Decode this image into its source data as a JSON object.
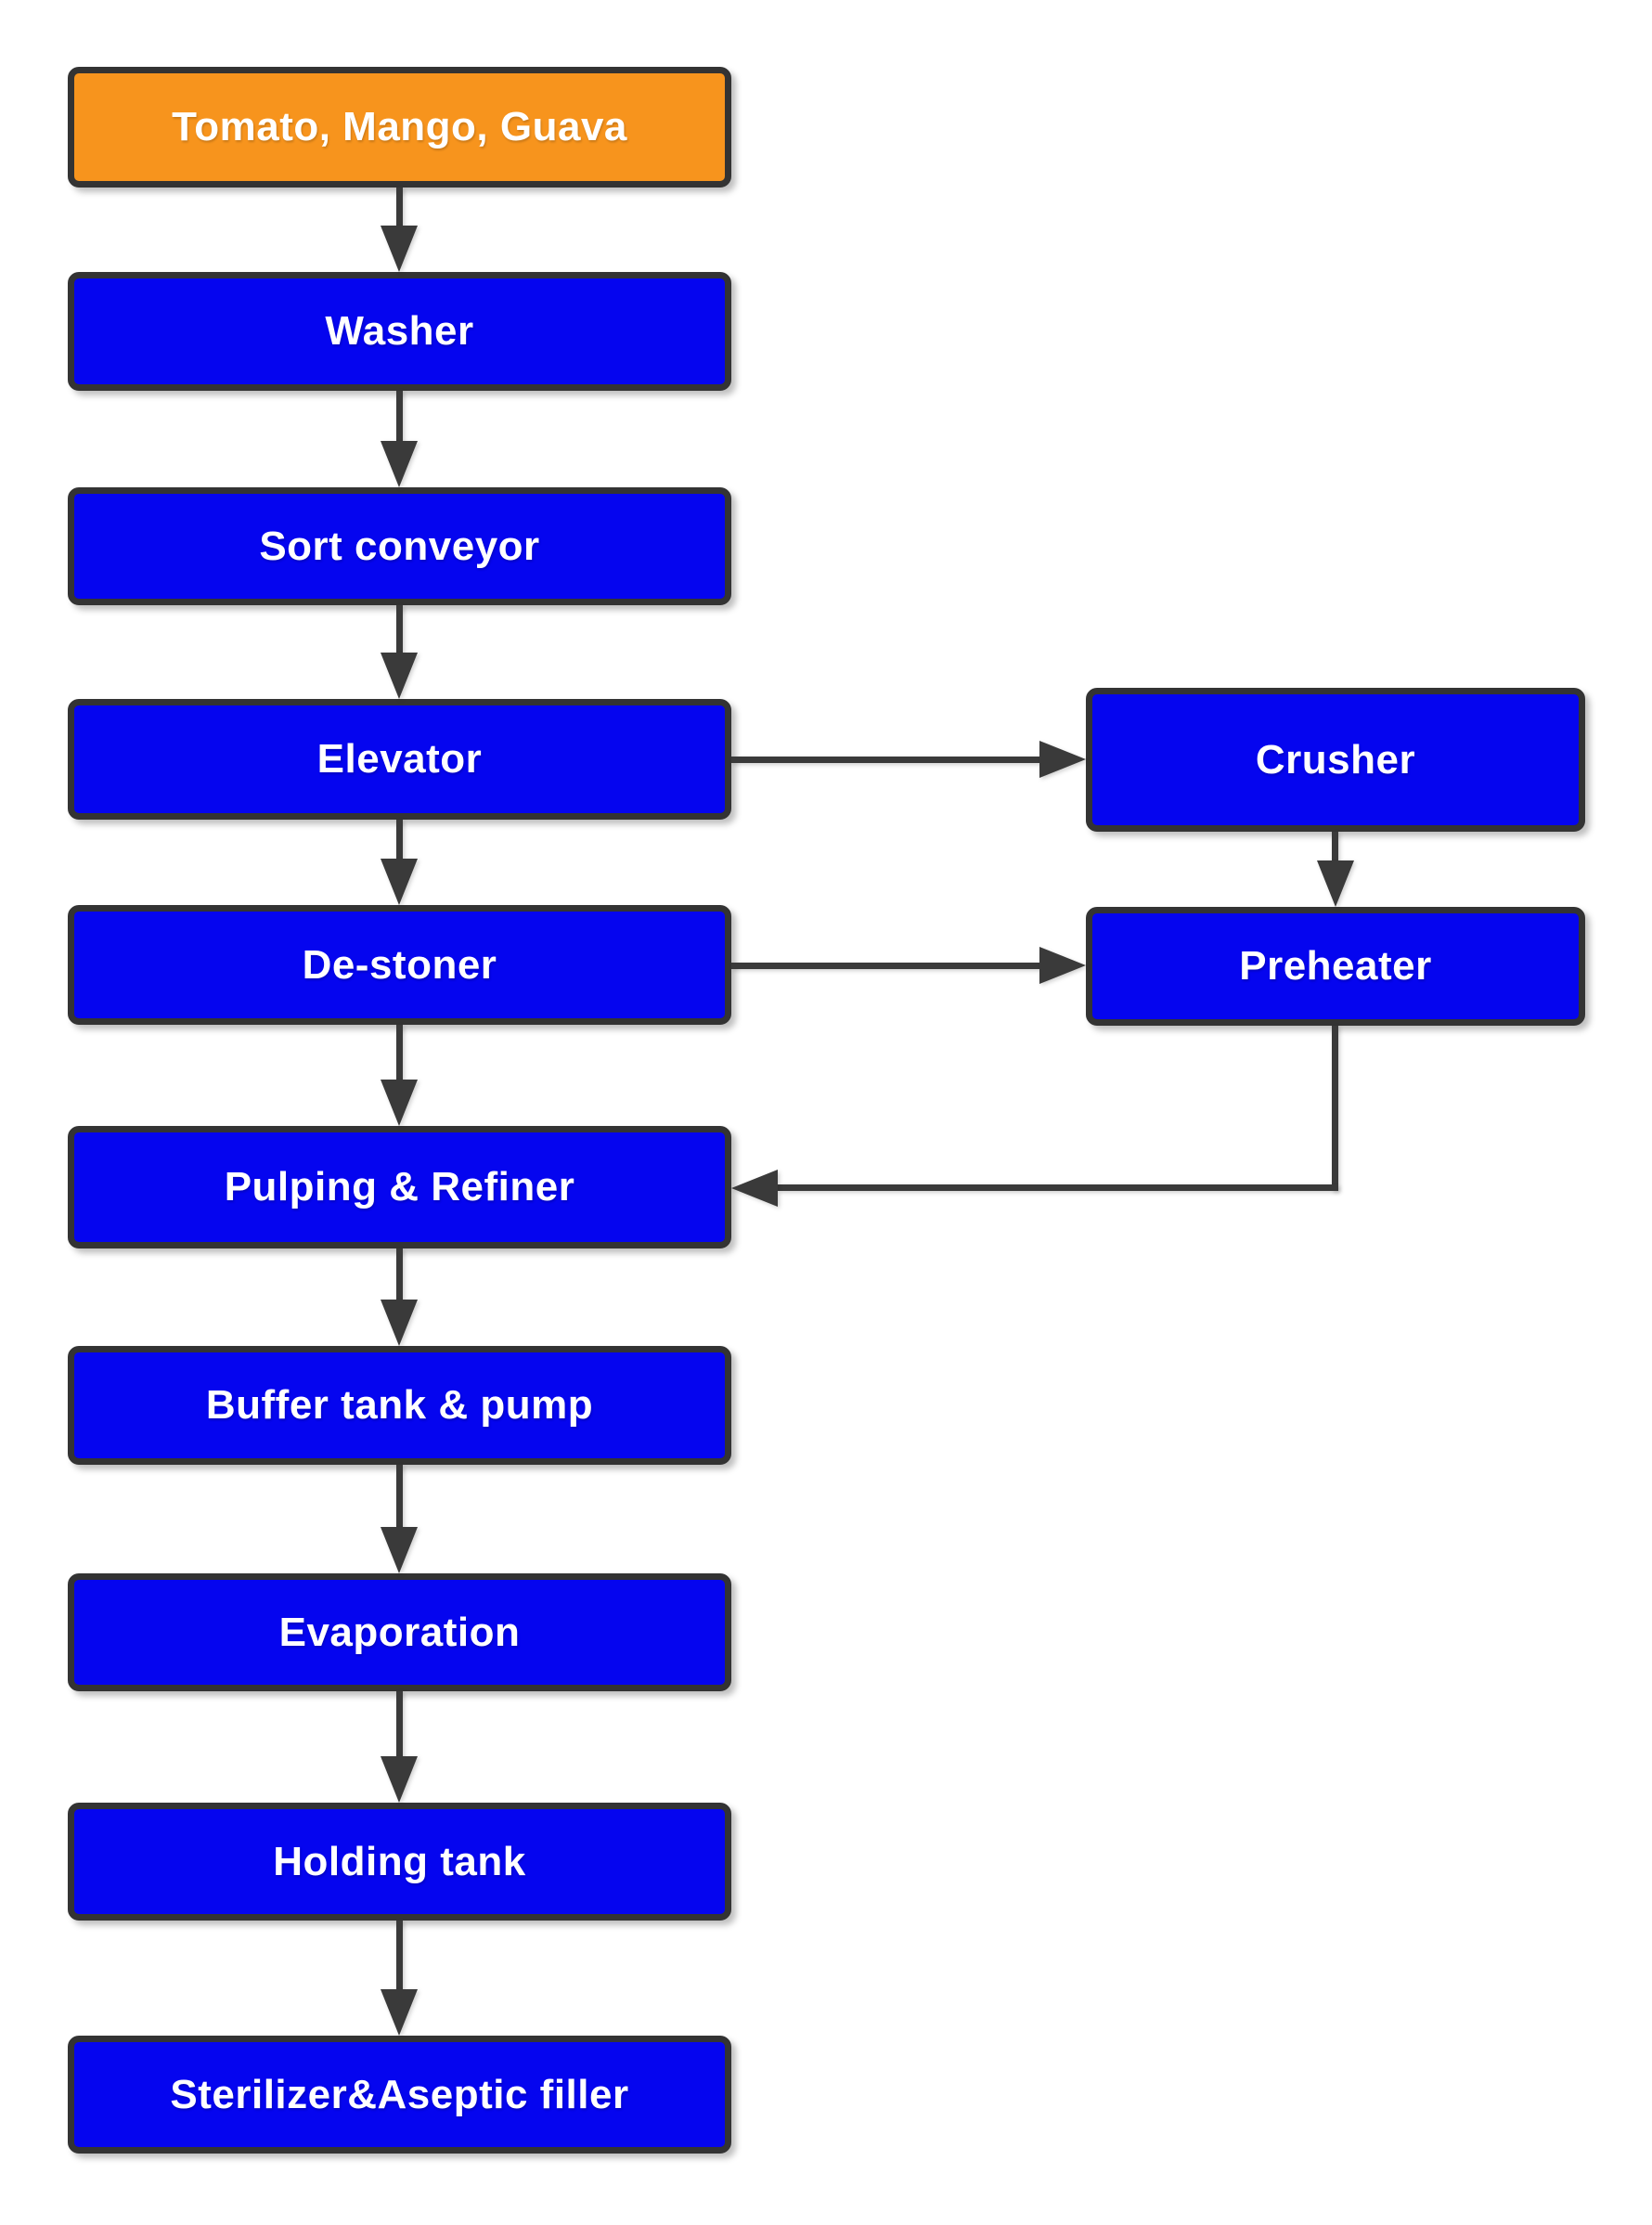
{
  "diagram": {
    "type": "flowchart",
    "background": "#FFFFFF",
    "colors": {
      "source_fill": "#F7941D",
      "process_fill": "#0505EF",
      "border": "#333333",
      "arrow": "#3A3A3A",
      "label_text": "#FFFFFF"
    },
    "nodes": [
      {
        "id": "source",
        "label": "Tomato, Mango, Guava",
        "role": "input"
      },
      {
        "id": "washer",
        "label": "Washer",
        "role": "process"
      },
      {
        "id": "sort-conveyor",
        "label": "Sort conveyor",
        "role": "process"
      },
      {
        "id": "elevator",
        "label": "Elevator",
        "role": "process"
      },
      {
        "id": "de-stoner",
        "label": "De-stoner",
        "role": "process"
      },
      {
        "id": "pulping-refiner",
        "label": "Pulping & Refiner",
        "role": "process"
      },
      {
        "id": "buffer-tank-pump",
        "label": "Buffer tank & pump",
        "role": "process"
      },
      {
        "id": "evaporation",
        "label": "Evaporation",
        "role": "process"
      },
      {
        "id": "holding-tank",
        "label": "Holding tank",
        "role": "process"
      },
      {
        "id": "sterilizer-aseptic-filler",
        "label": "Sterilizer&Aseptic filler",
        "role": "process"
      },
      {
        "id": "crusher",
        "label": "Crusher",
        "role": "process"
      },
      {
        "id": "preheater",
        "label": "Preheater",
        "role": "process"
      }
    ],
    "edges": [
      {
        "from": "source",
        "to": "washer"
      },
      {
        "from": "washer",
        "to": "sort-conveyor"
      },
      {
        "from": "sort-conveyor",
        "to": "elevator"
      },
      {
        "from": "elevator",
        "to": "de-stoner"
      },
      {
        "from": "elevator",
        "to": "crusher"
      },
      {
        "from": "crusher",
        "to": "preheater"
      },
      {
        "from": "de-stoner",
        "to": "preheater"
      },
      {
        "from": "de-stoner",
        "to": "pulping-refiner"
      },
      {
        "from": "preheater",
        "to": "pulping-refiner"
      },
      {
        "from": "pulping-refiner",
        "to": "buffer-tank-pump"
      },
      {
        "from": "buffer-tank-pump",
        "to": "evaporation"
      },
      {
        "from": "evaporation",
        "to": "holding-tank"
      },
      {
        "from": "holding-tank",
        "to": "sterilizer-aseptic-filler"
      }
    ]
  }
}
